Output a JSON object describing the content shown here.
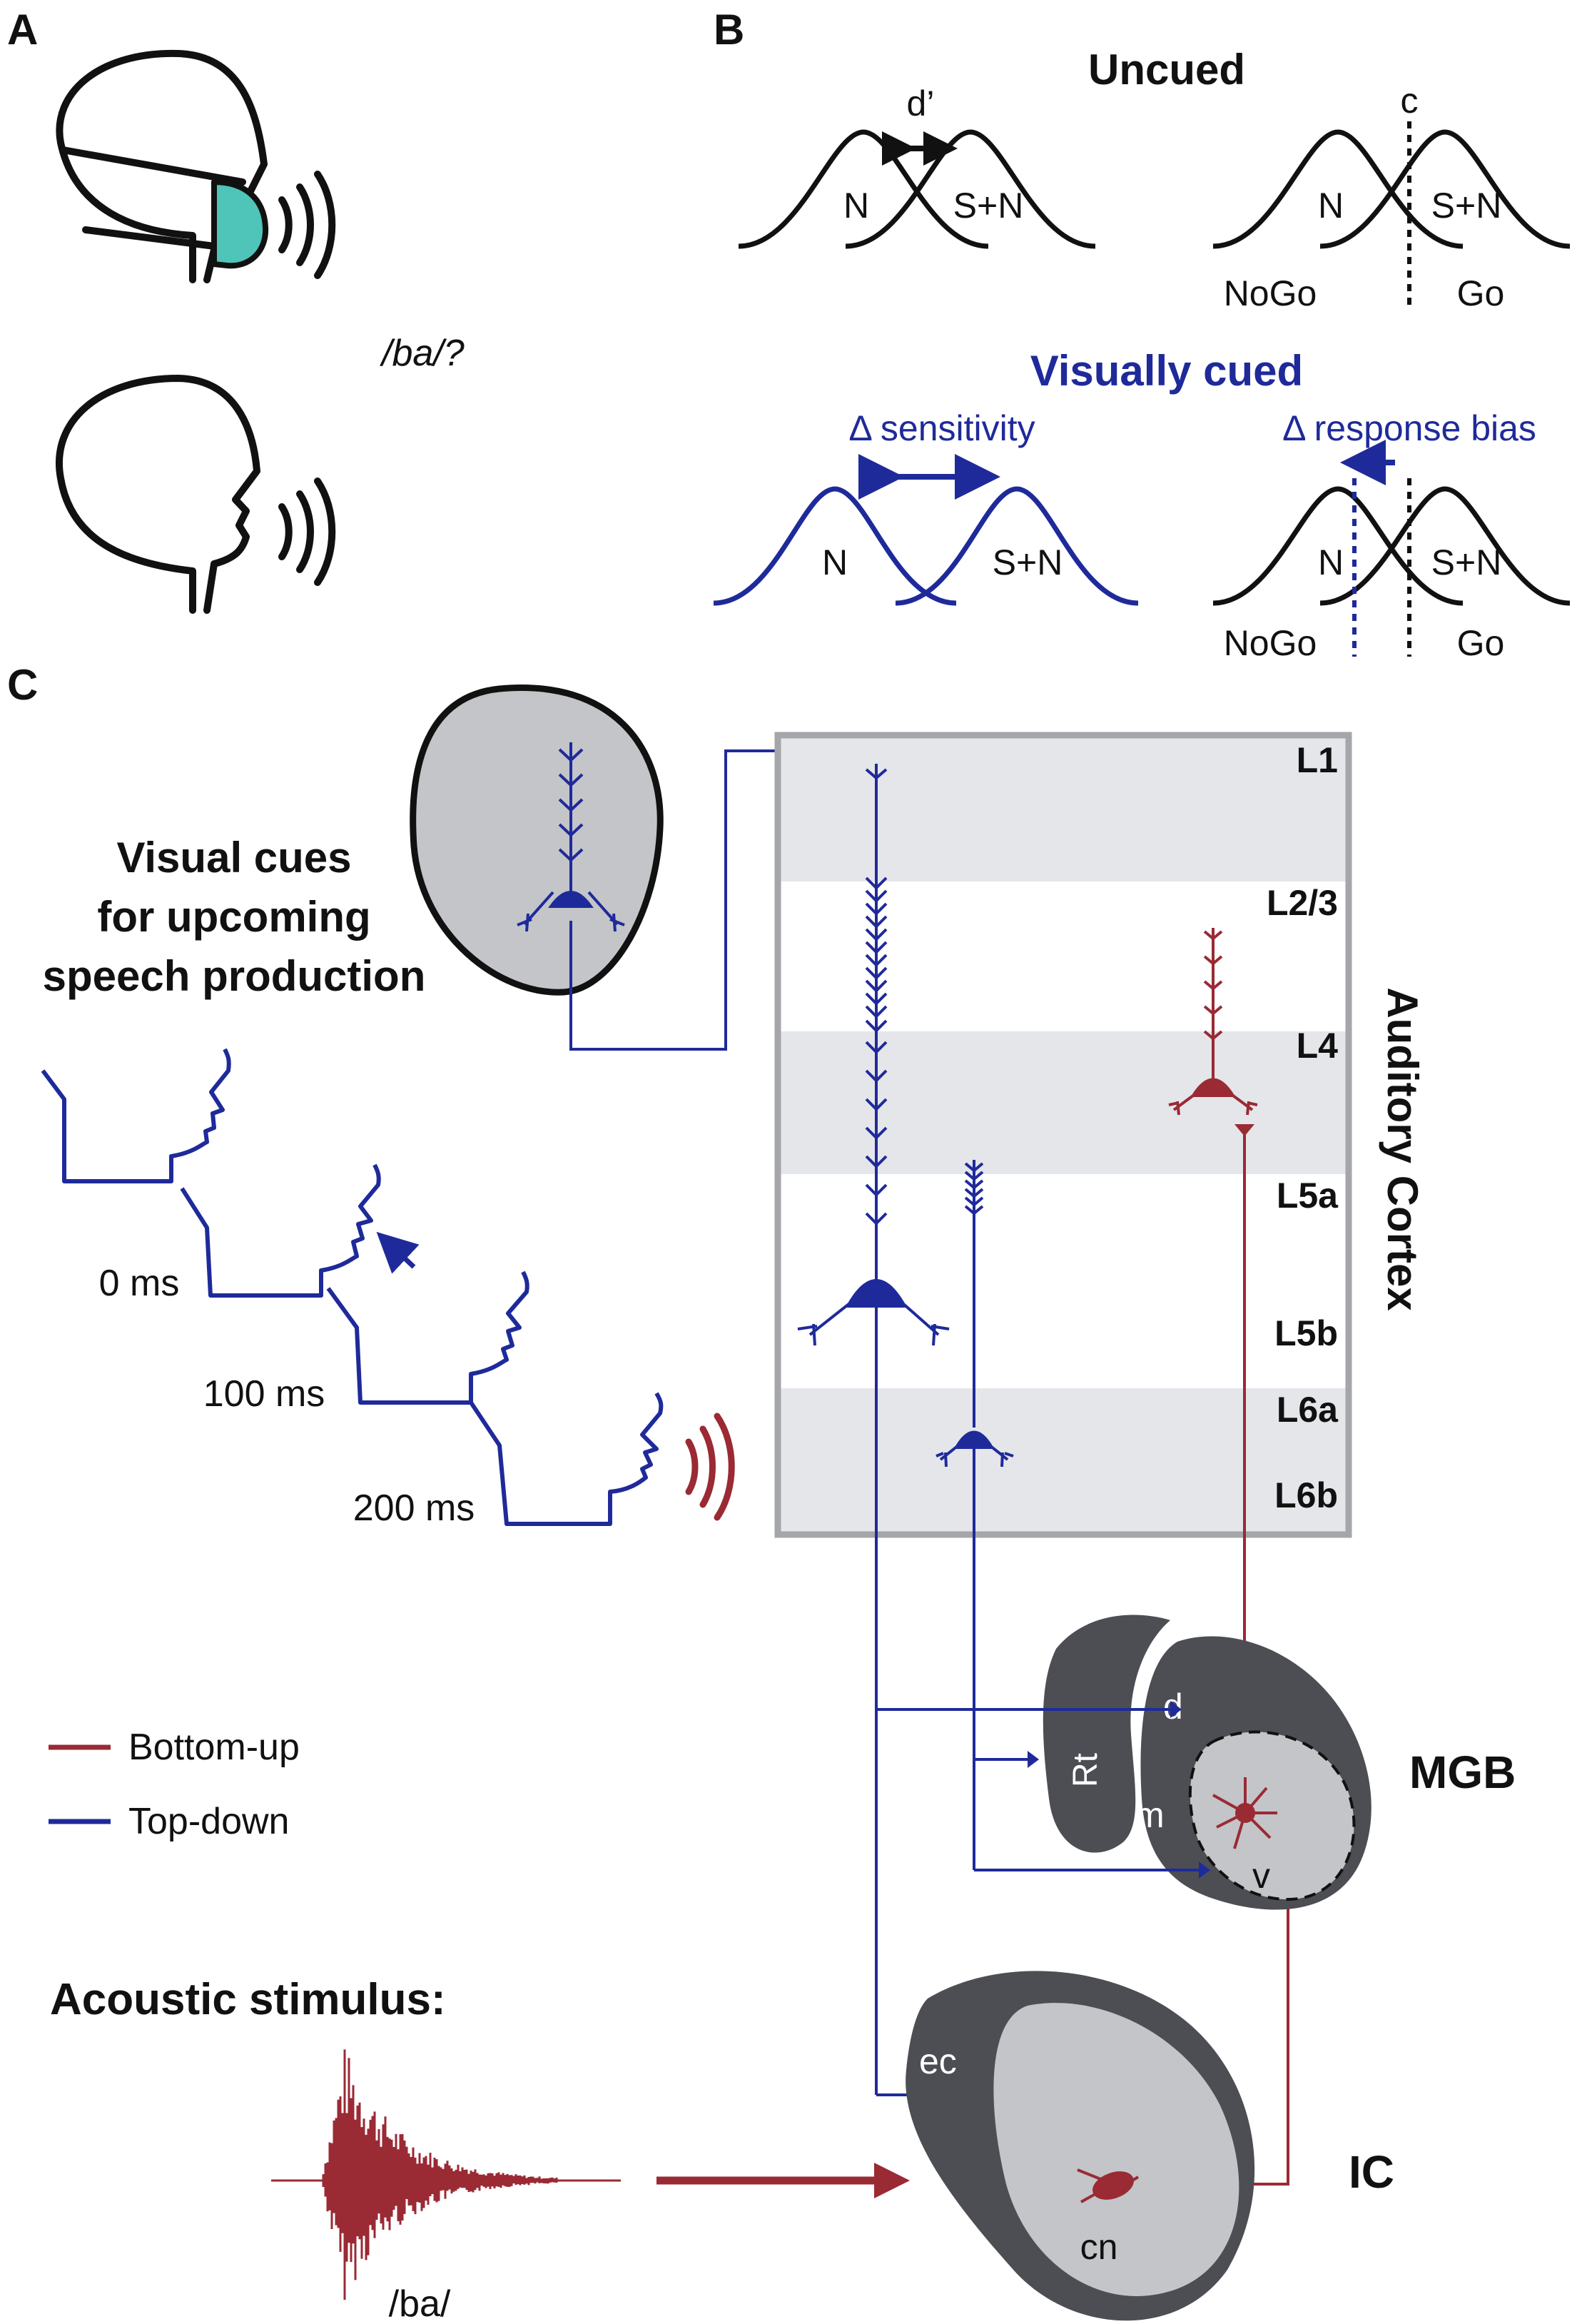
{
  "colors": {
    "topdown": "#1f2a9a",
    "bottomup": "#9a2a34",
    "mask": "#4fc4b8",
    "layer_shade": "#e4e6ea",
    "region_light": "#c3c5c8",
    "region_dark": "#4c4e53"
  },
  "panel_labels": {
    "a": "A",
    "b": "B",
    "c": "C"
  },
  "panel_a": {
    "question": "/ba/?"
  },
  "panel_b": {
    "uncued_title": "Uncued",
    "cued_title": "Visually cued",
    "d_prime": "d’",
    "criterion": "c",
    "noise": "N",
    "signal": "S+N",
    "nogo": "NoGo",
    "go": "Go",
    "delta_sensitivity": "Δ sensitivity",
    "delta_bias": "Δ response bias"
  },
  "panel_c": {
    "visual_cues": [
      "Visual cues",
      "for upcoming",
      "speech production"
    ],
    "times": [
      "0 ms",
      "100 ms",
      "200 ms"
    ],
    "cortex_label": "Auditory Cortex",
    "layers": [
      "L1",
      "L2/3",
      "L4",
      "L5a",
      "L5b",
      "L6a",
      "L6b"
    ],
    "legend": {
      "bottom_up": "Bottom-up",
      "top_down": "Top-down"
    },
    "mgb": {
      "label": "MGB",
      "d": "d",
      "m": "m",
      "v": "v",
      "rt": "Rt"
    },
    "ic": {
      "label": "IC",
      "ec": "ec",
      "cn": "cn"
    },
    "acoustic_title": "Acoustic stimulus:",
    "stimulus": "/ba/"
  }
}
